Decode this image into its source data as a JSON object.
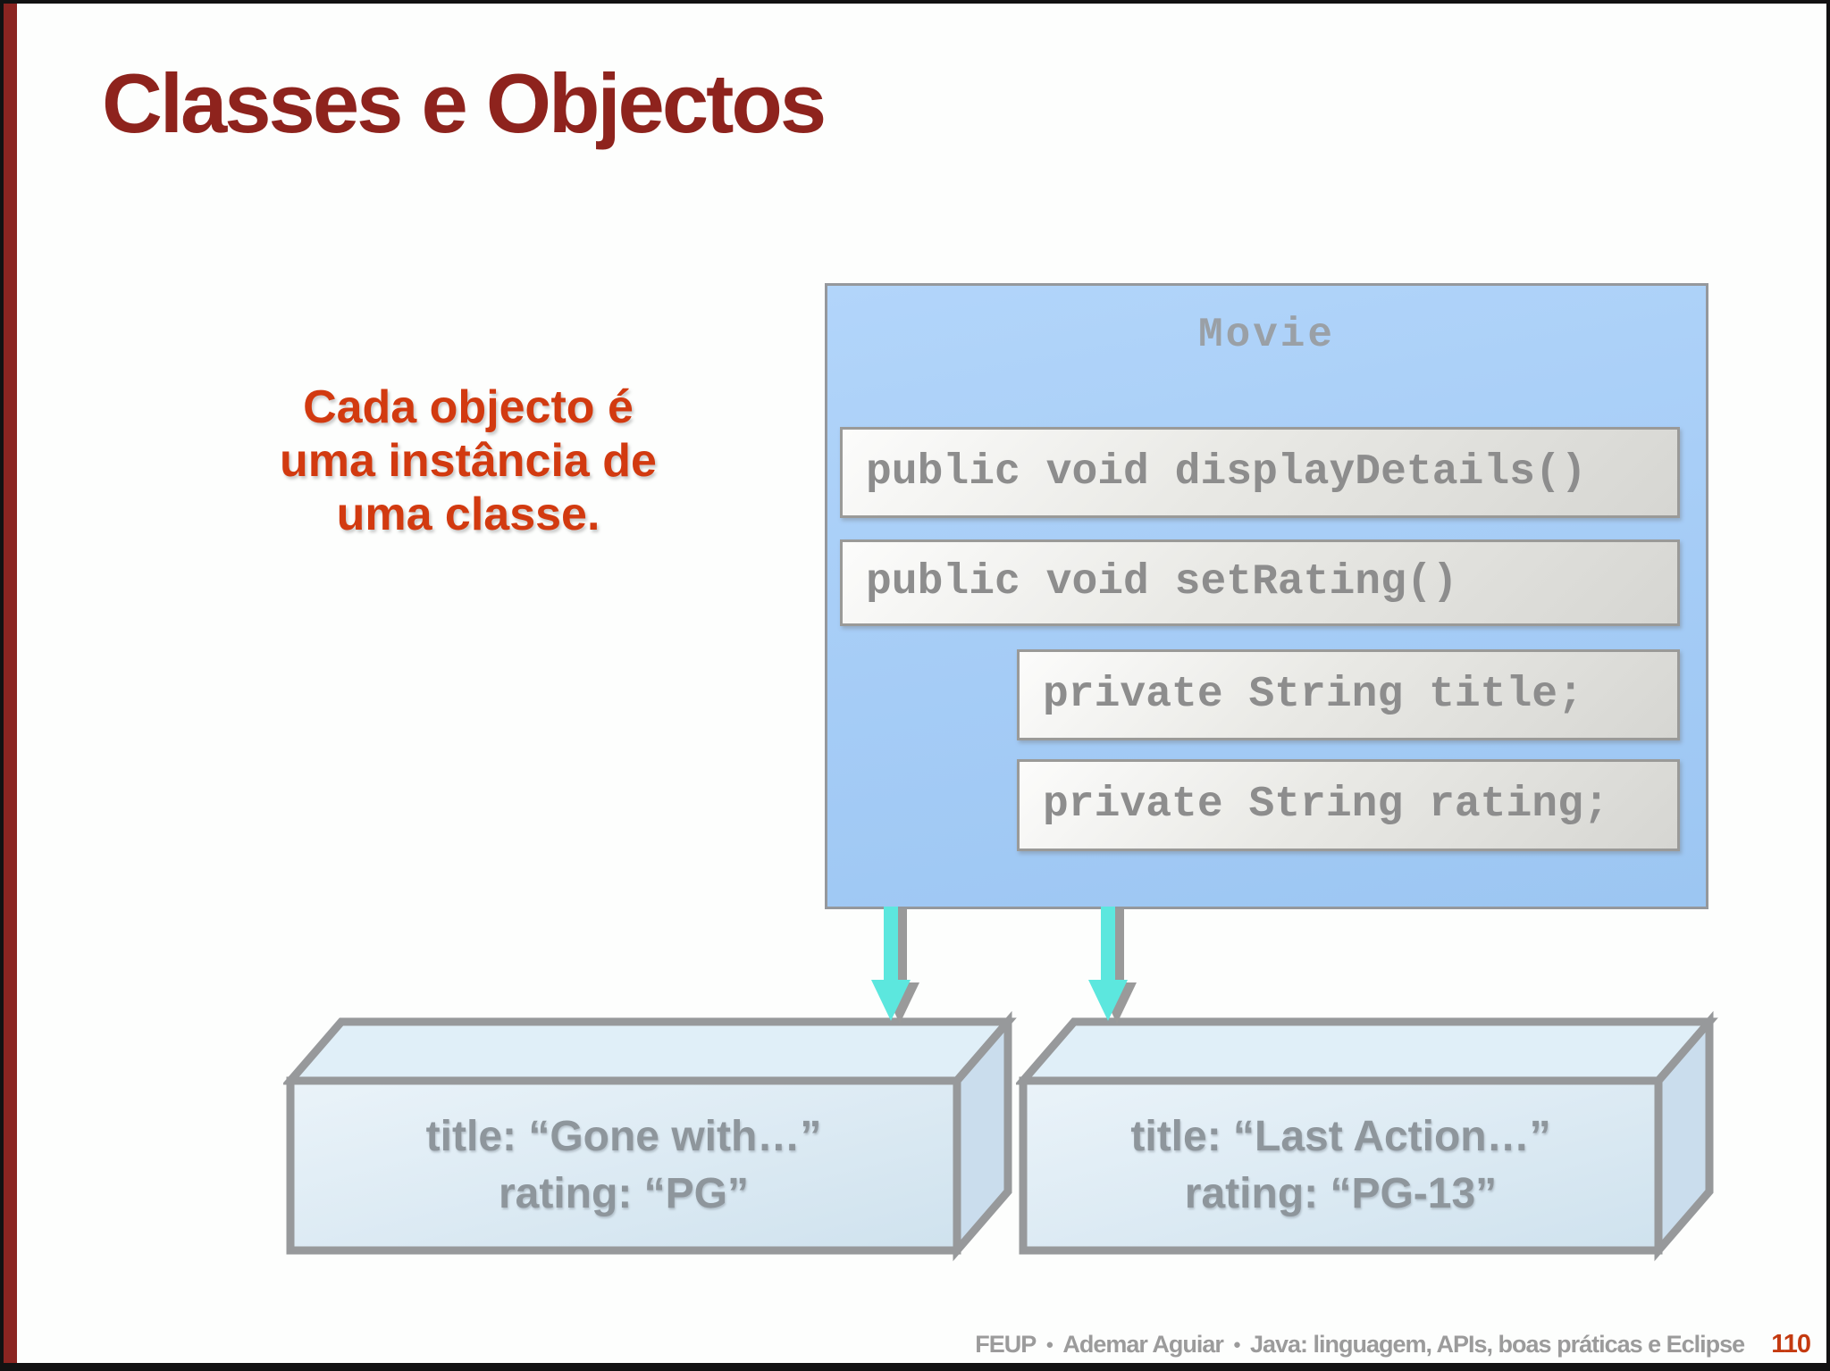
{
  "slide": {
    "title": "Classes e Objectos",
    "note_lines": [
      "Cada objecto é",
      "uma instância de",
      "uma classe."
    ],
    "class_diagram": {
      "name": "Movie",
      "methods": [
        "public void displayDetails()",
        "public void setRating()"
      ],
      "attributes": [
        "private String title;",
        "private String rating;"
      ]
    },
    "objects": [
      {
        "lines": [
          "title: “Gone with…”",
          "rating: “PG”"
        ]
      },
      {
        "lines": [
          "title: “Last Action…”",
          "rating: “PG-13”"
        ]
      }
    ],
    "footer": {
      "parts": [
        "FEUP",
        "Ademar Aguiar",
        "Java: linguagem, APIs, boas práticas e Eclipse"
      ],
      "separator": "●",
      "page": "110"
    },
    "colors": {
      "accent_dark_red": "#8b2521",
      "title_red": "#8e231d",
      "note_orange_red": "#d23a10",
      "class_box_blue": "#a7cef7",
      "code_box_gray": "#e9e9e5",
      "arrow_cyan": "#5ce7de",
      "border_gray": "#97999b",
      "code_text_gray": "#8d8d8d",
      "object_face_blue": "#d9e8f2",
      "page_number_red": "#c43a10"
    }
  }
}
